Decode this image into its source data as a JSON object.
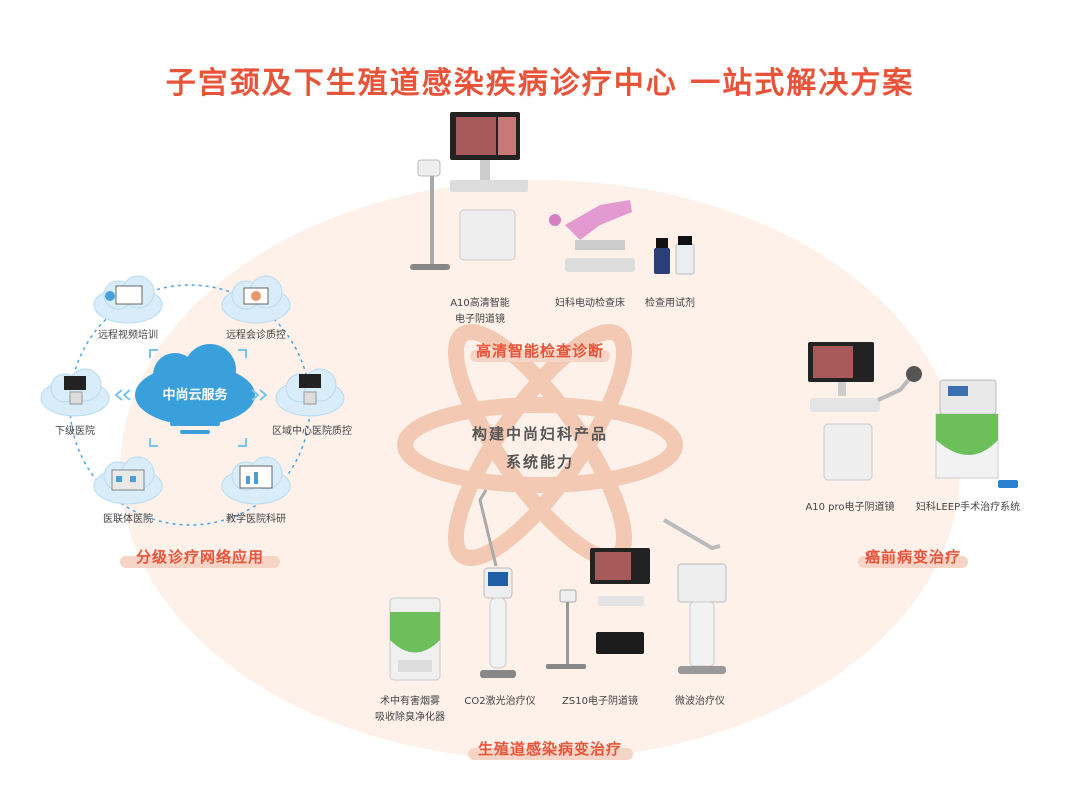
{
  "title": "子宫颈及下生殖道感染疾病诊疗中心 一站式解决方案",
  "center_text": {
    "line1": "构建中尚妇科产品",
    "line2": "系统能力"
  },
  "sections": {
    "top": "高清智能检查诊断",
    "left": "分级诊疗网络应用",
    "right": "癌前病变治疗",
    "bottom": "生殖道感染病变治疗"
  },
  "network": {
    "cloud_label": "中尚云服务",
    "nodes": [
      "远程视频培训",
      "远程会诊质控",
      "下级医院",
      "区域中心医院质控",
      "医联体医院",
      "教学医院科研"
    ]
  },
  "products": {
    "top": [
      {
        "line1": "A10高清智能",
        "line2": "电子阴道镜"
      },
      {
        "line1": "妇科电动检查床"
      },
      {
        "line1": "检查用试剂"
      }
    ],
    "right": [
      {
        "line1": "A10 pro电子阴道镜"
      },
      {
        "line1": "妇科LEEP手术治疗系统"
      }
    ],
    "bottom": [
      {
        "line1": "术中有害烟雾",
        "line2": "吸收除臭净化器"
      },
      {
        "line1": "CO2激光治疗仪"
      },
      {
        "line1": "ZS10电子阴道镜"
      },
      {
        "line1": "微波治疗仪"
      }
    ]
  },
  "colors": {
    "accent": "#e8543a",
    "ellipse": "#fdf1ea",
    "orbit": "#f4c9b3",
    "cloud_blue": "#3aa0dc",
    "device_green": "#5cb85c"
  }
}
